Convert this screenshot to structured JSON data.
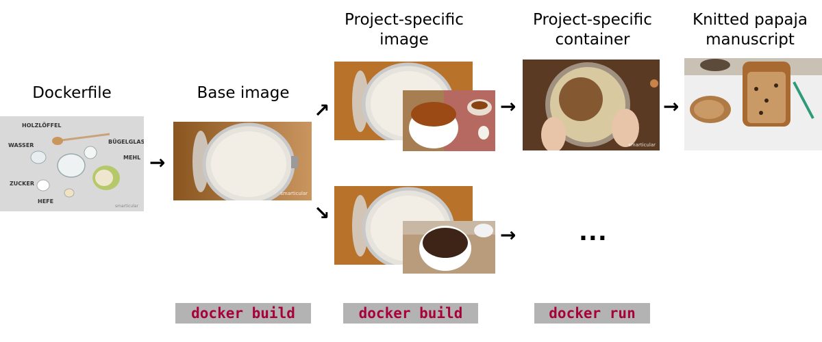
{
  "titles": {
    "dockerfile": "Dockerfile",
    "base_image": "Base image",
    "project_image": "Project-specific\nimage",
    "project_container": "Project-specific\ncontainer",
    "manuscript": "Knitted papaja\nmanuscript"
  },
  "ingredients": {
    "holzloeffel": "HOLZLÖFFEL",
    "wasser": "WASSER",
    "buegelglas": "BÜGELGLAS",
    "mehl": "MEHL",
    "zucker": "ZUCKER",
    "hefe": "HEFE"
  },
  "watermark": "smarticular",
  "ellipsis": "...",
  "commands": {
    "build_1": "docker build",
    "build_2": "docker build",
    "run": "docker run"
  },
  "colors": {
    "command_text": "#a8003b",
    "command_bg": "#b3b3b3",
    "wood": "#b8722a",
    "dark_wood": "#5a3a22"
  },
  "icons": [
    "arrow-right-icon",
    "arrow-up-right-icon",
    "arrow-down-right-icon"
  ]
}
